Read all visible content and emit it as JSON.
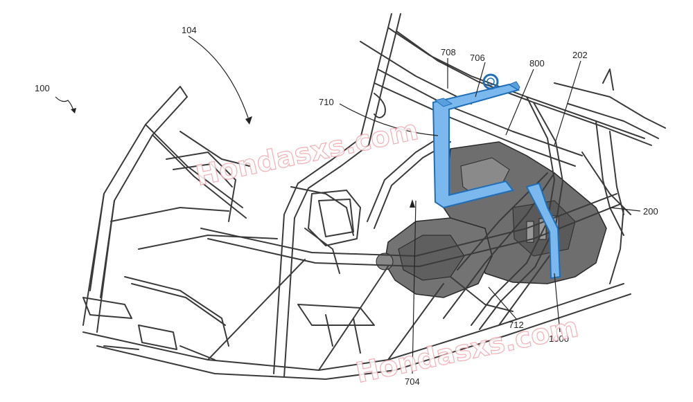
{
  "figure": {
    "reference_labels": {
      "assembly": "100",
      "frame": "104",
      "rear_frame": "200",
      "upper_member": "202",
      "lower_rail": "704",
      "lift_bracket_top": "706",
      "lift_bracket_side": "708",
      "lift_arm": "710",
      "bracket_leg": "712",
      "engine": "800",
      "powertrain": "1000"
    },
    "watermark": "Hondasxs.com",
    "colors": {
      "line": "#3a3a3a",
      "bracket_fill": "#7ab8ee",
      "bracket_stroke": "#1f6fb8",
      "engine_fill": "#6e6e6e",
      "watermark": "#f4a0a6"
    }
  }
}
